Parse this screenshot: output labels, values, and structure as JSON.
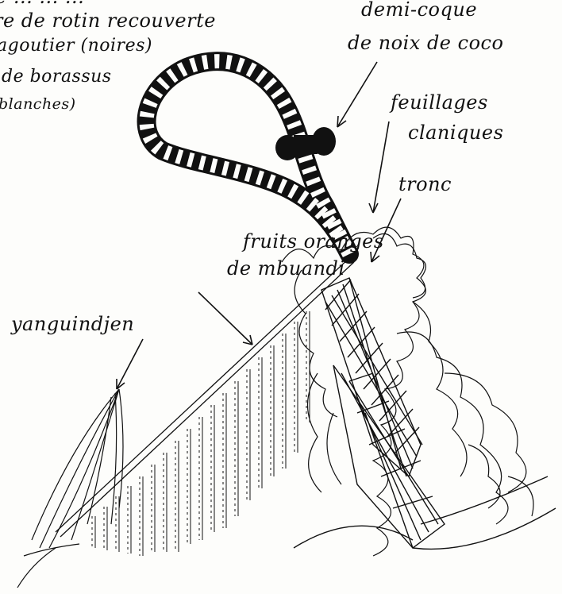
{
  "labels": {
    "rotin": [
      "re de rotin recouverte",
      "agoutier (noires)",
      "de borassus",
      "blanches)"
    ],
    "rotin_clipped_top": "e ... ... ...",
    "demi_coque": [
      "demi-coque",
      "de noix de coco"
    ],
    "feuillages": [
      "feuillages",
      "claniques"
    ],
    "tronc": "tronc",
    "fruits": [
      "fruits oranges",
      "de mbuandi"
    ],
    "yanguindjen": "yanguindjen"
  },
  "colors": {
    "ink": "#111111",
    "paper": "#fdfdfb"
  }
}
